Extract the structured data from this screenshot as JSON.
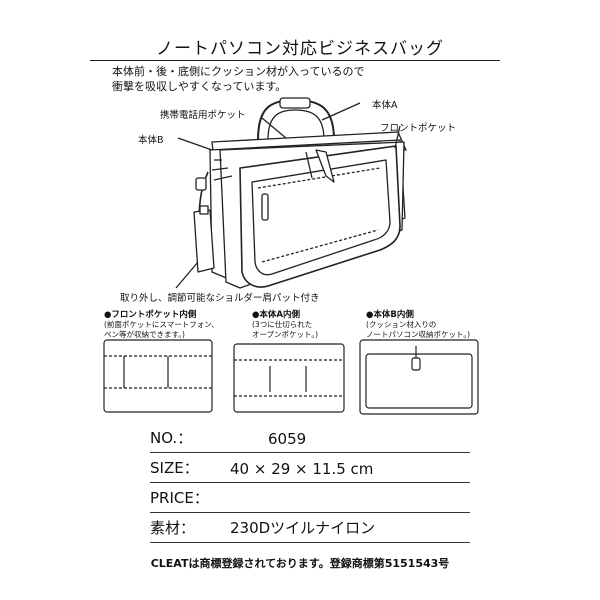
{
  "title": "ノートパソコン対応ビジネスバッグ",
  "intro": {
    "line1": "本体前・後・底側にクッション材が入っているので",
    "line2": "衝撃を吸収しやすくなっています。"
  },
  "callouts": {
    "mobile_pocket": "携帯電話用ポケット",
    "body_a": "本体A",
    "front_pocket": "フロントポケット",
    "body_b": "本体B",
    "shoulder_pad": "取り外し、調節可能なショルダー肩パット付き"
  },
  "insets": [
    {
      "title": "●フロントポケット内側",
      "desc1": "(前面ポケットにスマートフォン、",
      "desc2": "ペン等が収納できます。)"
    },
    {
      "title": "●本体A内側",
      "desc1": "(3つに仕切られた",
      "desc2": "オープンポケット。)"
    },
    {
      "title": "●本体B内側",
      "desc1": "(クッション材入りの",
      "desc2": "ノートパソコン収納ポケット。)"
    }
  ],
  "specs": [
    {
      "label": "NO.：",
      "value": "6059"
    },
    {
      "label": "SIZE：",
      "value": "40 × 29 × 11.5 cm"
    },
    {
      "label": "PRICE：",
      "value": ""
    },
    {
      "label": "素材：",
      "value": "230Dツイルナイロン"
    }
  ],
  "footer": "CLEATは商標登録されております。登録商標第5151543号"
}
